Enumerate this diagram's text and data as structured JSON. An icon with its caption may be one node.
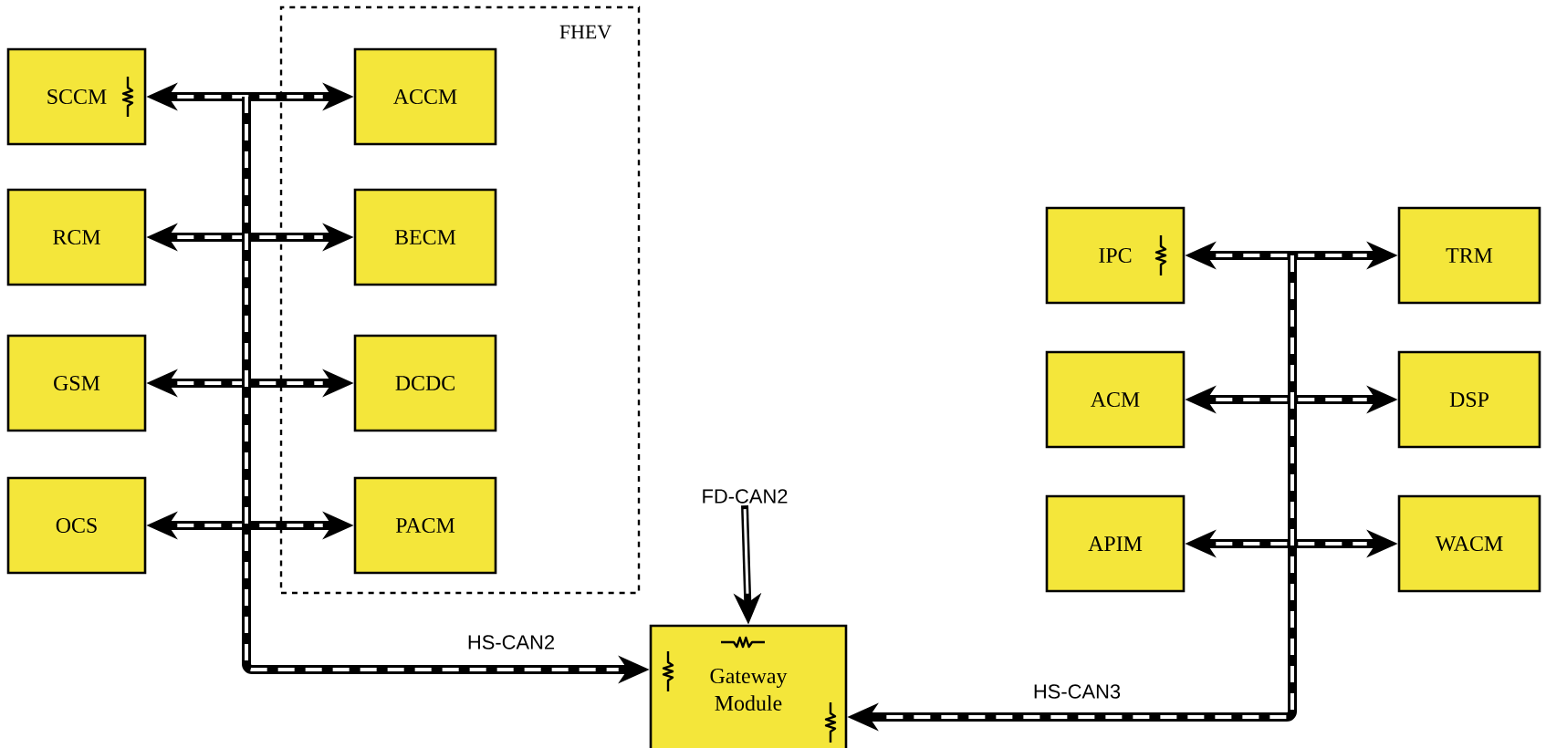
{
  "diagram": {
    "nodes": [
      {
        "text": [
          "SCCM"
        ]
      },
      {
        "text": [
          "FHEV"
        ]
      },
      {
        "text": [
          "ACCM"
        ],
        "in": 1
      },
      {
        "text": [
          "RCM"
        ]
      },
      {
        "text": [
          "BECM"
        ],
        "in": 1
      },
      {
        "text": [
          "GSM"
        ]
      },
      {
        "text": [
          "DCDC"
        ],
        "in": 1
      },
      {
        "text": [
          "OCS"
        ]
      },
      {
        "text": [
          "PACM"
        ],
        "in": 1
      },
      {
        "text": [
          "FD-CAN2"
        ]
      },
      {
        "text": [
          "Gateway Module"
        ]
      },
      {
        "text": [
          "IPC"
        ]
      },
      {
        "text": [
          "TRM"
        ]
      },
      {
        "text": [
          "ACM"
        ]
      },
      {
        "text": [
          "DSP"
        ]
      },
      {
        "text": [
          "APIM"
        ]
      },
      {
        "text": [
          "WACM"
        ]
      }
    ],
    "edges": [
      {
        "from": 0,
        "to": 2,
        "arrow": "both"
      },
      {
        "from": 3,
        "to": 4,
        "arrow": "both"
      },
      {
        "from": 5,
        "to": 6,
        "arrow": "both"
      },
      {
        "from": 7,
        "to": 8,
        "arrow": "both"
      },
      {
        "from": null,
        "to": 10,
        "arrow": "to",
        "label": "HS-CAN2"
      },
      {
        "from": 9,
        "to": 10,
        "arrow": "to"
      },
      {
        "from": 11,
        "to": 12,
        "arrow": "both"
      },
      {
        "from": 13,
        "to": 14,
        "arrow": "both"
      },
      {
        "from": 15,
        "to": 16,
        "arrow": "both"
      },
      {
        "from": null,
        "to": 10,
        "arrow": "to",
        "label": "HS-CAN3"
      }
    ]
  }
}
